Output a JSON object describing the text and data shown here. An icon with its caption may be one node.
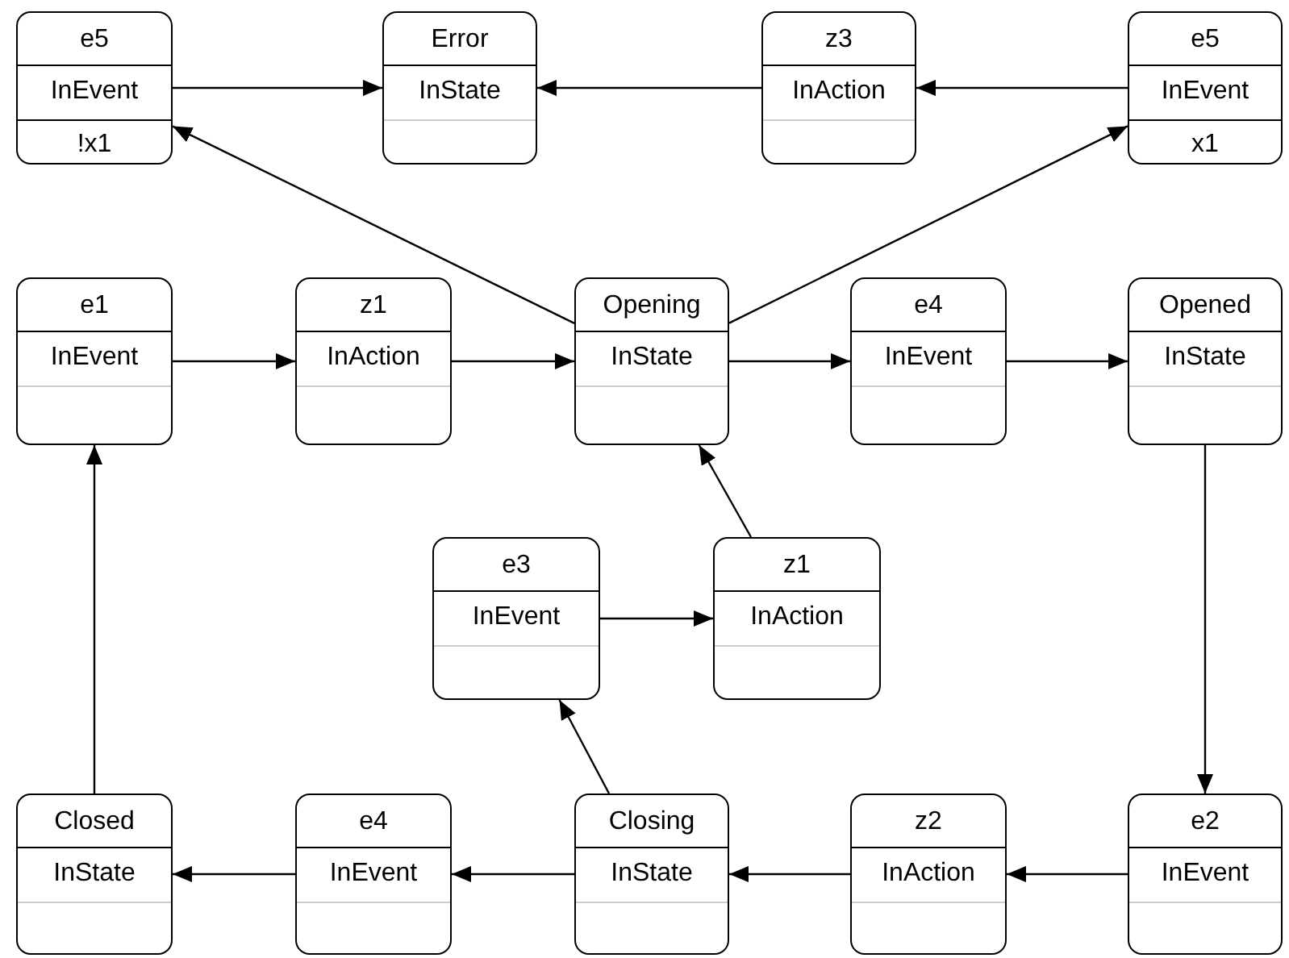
{
  "diagram": {
    "nodes": [
      {
        "text": [
          "e5",
          "InEvent",
          "!x1"
        ]
      },
      {
        "text": [
          "Error",
          "InState"
        ]
      },
      {
        "text": [
          "z3",
          "InAction"
        ]
      },
      {
        "text": [
          "e5",
          "InEvent",
          "x1"
        ]
      },
      {
        "text": [
          "e1",
          "InEvent"
        ]
      },
      {
        "text": [
          "z1",
          "InAction"
        ]
      },
      {
        "text": [
          "Opening",
          "InState"
        ]
      },
      {
        "text": [
          "e4",
          "InEvent"
        ]
      },
      {
        "text": [
          "Opened",
          "InState"
        ]
      },
      {
        "text": [
          "e3",
          "InEvent"
        ]
      },
      {
        "text": [
          "z1",
          "InAction"
        ]
      },
      {
        "text": [
          "Closed",
          "InState"
        ]
      },
      {
        "text": [
          "e4",
          "InEvent"
        ]
      },
      {
        "text": [
          "Closing",
          "InState"
        ]
      },
      {
        "text": [
          "z2",
          "InAction"
        ]
      },
      {
        "text": [
          "e2",
          "InEvent"
        ]
      }
    ],
    "edges": [
      {
        "from": 0,
        "to": 1,
        "arrow": "to"
      },
      {
        "from": 2,
        "to": 1,
        "arrow": "to"
      },
      {
        "from": 3,
        "to": 2,
        "arrow": "to"
      },
      {
        "from": 6,
        "to": 0,
        "arrow": "to"
      },
      {
        "from": 6,
        "to": 3,
        "arrow": "to"
      },
      {
        "from": 4,
        "to": 5,
        "arrow": "to"
      },
      {
        "from": 5,
        "to": 6,
        "arrow": "to"
      },
      {
        "from": 6,
        "to": 7,
        "arrow": "to"
      },
      {
        "from": 7,
        "to": 8,
        "arrow": "to"
      },
      {
        "from": 10,
        "to": 6,
        "arrow": "to"
      },
      {
        "from": 9,
        "to": 10,
        "arrow": "to"
      },
      {
        "from": 8,
        "to": 15,
        "arrow": "to"
      },
      {
        "from": 13,
        "to": 9,
        "arrow": "to"
      },
      {
        "from": 11,
        "to": 4,
        "arrow": "to"
      },
      {
        "from": 12,
        "to": 11,
        "arrow": "to"
      },
      {
        "from": 13,
        "to": 12,
        "arrow": "to"
      },
      {
        "from": 14,
        "to": 13,
        "arrow": "to"
      },
      {
        "from": 15,
        "to": 14,
        "arrow": "to"
      }
    ]
  }
}
